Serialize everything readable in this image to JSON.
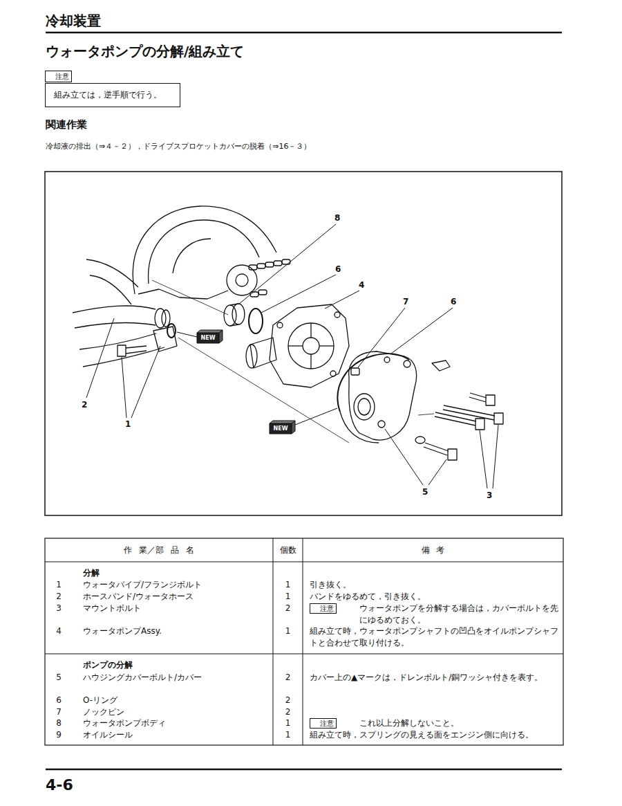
{
  "diagram": {
    "title": "ウォータポンプの分解/組み立て",
    "nodes": [
      {
        "text": [
          "注意",
          "組み立ては，逆手順で行う。"
        ]
      }
    ],
    "labels": [
      "冷却装置",
      "関連作業",
      "冷却液の排出（⇒４－２），ドライブスプロケットカバーの脱着（⇒16－３）",
      "8",
      "6",
      "4",
      "7",
      "6",
      "2",
      "1",
      "5",
      "3",
      "NEW",
      "NEW",
      "作 業／部 品 名",
      "個数",
      "備 考",
      "分解",
      "1",
      "ウォータパイプ/フランジボルト",
      "1",
      "引き抜く。",
      "2",
      "ホースバンド/ウォータホース",
      "1",
      "バンドをゆるめて，引き抜く。",
      "3",
      "マウントボルト",
      "2",
      "注意",
      "ウォータポンプを分解する場合は，カバーボルトを先にゆるめておく。",
      "4",
      "ウォータポンプAssy.",
      "1",
      "組み立て時，ウォータポンプシャフトの凹凸をオイルポンプシャフトと合わせて取り付ける。",
      "ポンプの分解",
      "5",
      "ハウジングカバーボルト/カバー",
      "2",
      "カバー上の▲マークは，ドレンボルト/銅ワッシャ付きを表す。",
      "6",
      "O-リング",
      "2",
      "7",
      "ノックピン",
      "2",
      "8",
      "ウォータポンプボディ",
      "1",
      "注意",
      "これ以上分解しないこと。",
      "9",
      "オイルシール",
      "1",
      "組み立て時，スプリングの見える面をエンジン側に向ける。",
      "4-6"
    ]
  }
}
